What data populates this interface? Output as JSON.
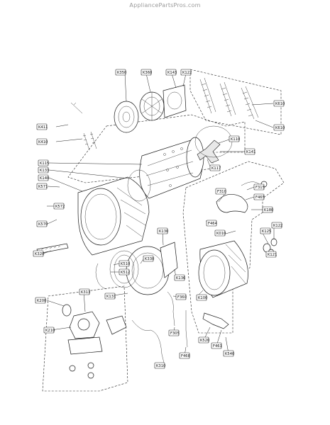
{
  "watermark": "AppliancePartsPros.com",
  "labels": [
    {
      "id": "K350",
      "text": "K350"
    },
    {
      "id": "K360",
      "text": "K360"
    },
    {
      "id": "K143",
      "text": "K143"
    },
    {
      "id": "K122a",
      "text": "K122"
    },
    {
      "id": "K610a",
      "text": "K610"
    },
    {
      "id": "K610b",
      "text": "K610"
    },
    {
      "id": "K411",
      "text": "K411"
    },
    {
      "id": "K410",
      "text": "K410"
    },
    {
      "id": "K110",
      "text": "K110"
    },
    {
      "id": "K141",
      "text": "K141"
    },
    {
      "id": "K117",
      "text": "K117"
    },
    {
      "id": "K115",
      "text": "K115"
    },
    {
      "id": "K133",
      "text": "K133"
    },
    {
      "id": "K140",
      "text": "K140"
    },
    {
      "id": "K571",
      "text": "K571"
    },
    {
      "id": "K572",
      "text": "K572"
    },
    {
      "id": "K570",
      "text": "K570"
    },
    {
      "id": "F310",
      "text": "F310"
    },
    {
      "id": "F315",
      "text": "F315"
    },
    {
      "id": "F465",
      "text": "F465"
    },
    {
      "id": "K180",
      "text": "K180"
    },
    {
      "id": "F464",
      "text": "F464"
    },
    {
      "id": "K010",
      "text": "K010"
    },
    {
      "id": "K125",
      "text": "K125"
    },
    {
      "id": "K122b",
      "text": "K122"
    },
    {
      "id": "K121",
      "text": "K121"
    },
    {
      "id": "K130",
      "text": "K130"
    },
    {
      "id": "K330",
      "text": "K330"
    },
    {
      "id": "K320",
      "text": "K320"
    },
    {
      "id": "K510",
      "text": "K510"
    },
    {
      "id": "K512",
      "text": "K512"
    },
    {
      "id": "K131",
      "text": "K131"
    },
    {
      "id": "K100",
      "text": "K100"
    },
    {
      "id": "K136",
      "text": "K136"
    },
    {
      "id": "F360",
      "text": "F360"
    },
    {
      "id": "F305",
      "text": "F305"
    },
    {
      "id": "K520",
      "text": "K520"
    },
    {
      "id": "F461",
      "text": "F461"
    },
    {
      "id": "K540",
      "text": "K540"
    },
    {
      "id": "F468",
      "text": "F468"
    },
    {
      "id": "K313",
      "text": "K313"
    },
    {
      "id": "K200",
      "text": "K200"
    },
    {
      "id": "K210",
      "text": "K210"
    },
    {
      "id": "K310",
      "text": "K310"
    }
  ]
}
